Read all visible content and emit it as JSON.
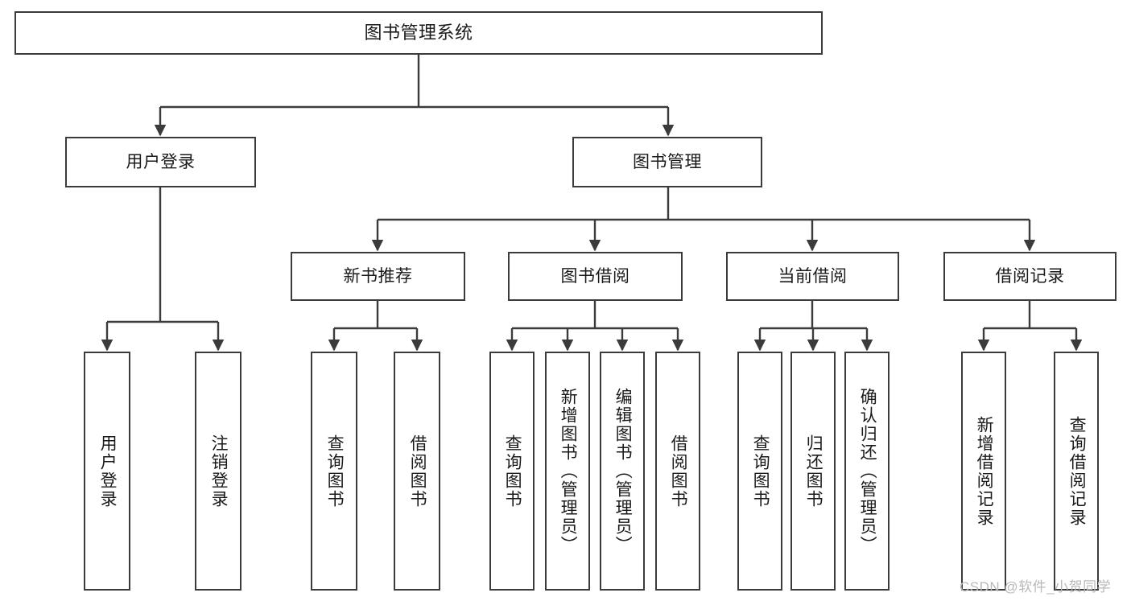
{
  "diagram": {
    "title": "图书管理系统",
    "type": "tree-hierarchy",
    "watermark": "CSDN @软件_小贺同学",
    "colors": {
      "stroke": "#3b3b3b",
      "fill": "#ffffff",
      "text": "#1a1a1a",
      "watermark": "#b9b9b9"
    },
    "levels": {
      "root": {
        "label": "图书管理系统"
      },
      "level2": [
        {
          "label": "用户登录"
        },
        {
          "label": "图书管理"
        }
      ],
      "level3": [
        {
          "label": "新书推荐"
        },
        {
          "label": "图书借阅"
        },
        {
          "label": "当前借阅"
        },
        {
          "label": "借阅记录"
        }
      ],
      "leaves": {
        "user_login": [
          {
            "label": "用户登录"
          },
          {
            "label": "注销登录"
          }
        ],
        "new_book_recommend": [
          {
            "label": "查询图书"
          },
          {
            "label": "借阅图书"
          }
        ],
        "book_borrow": [
          {
            "label": "查询图书"
          },
          {
            "label": "新增图书（管理员）"
          },
          {
            "label": "编辑图书（管理员）"
          },
          {
            "label": "借阅图书"
          }
        ],
        "current_borrow": [
          {
            "label": "查询图书"
          },
          {
            "label": "归还图书"
          },
          {
            "label": "确认归还（管理员）"
          }
        ],
        "borrow_record": [
          {
            "label": "新增借阅记录"
          },
          {
            "label": "查询借阅记录"
          }
        ]
      }
    }
  }
}
